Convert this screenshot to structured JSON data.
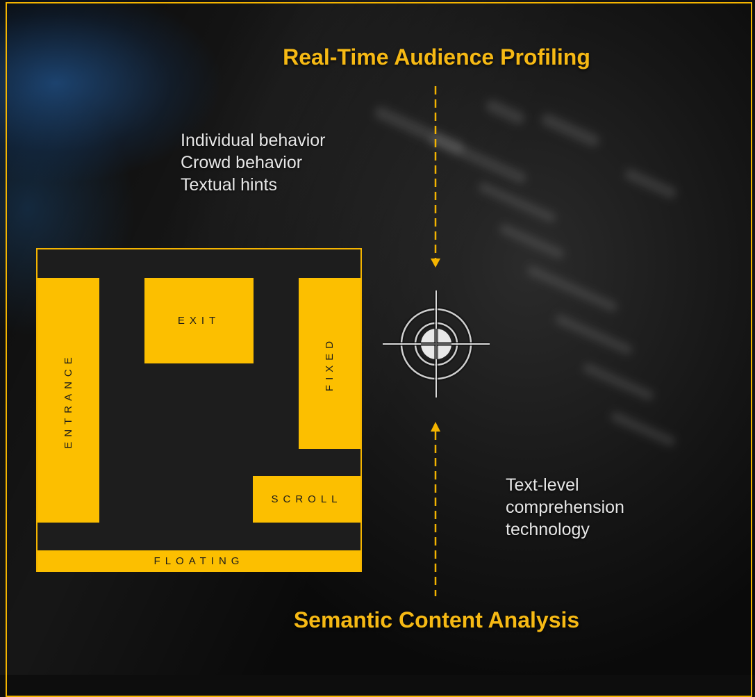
{
  "diagram": {
    "top_title": "Real-Time Audience Profiling",
    "bottom_title": "Semantic Content Analysis",
    "audience_notes": [
      "Individual behavior",
      "Crowd behavior",
      "Textual hints"
    ],
    "semantic_notes": [
      "Text-level",
      "comprehension",
      "technology"
    ],
    "zones": {
      "entrance": "ENTRANCE",
      "exit": "EXIT",
      "fixed": "FIXED",
      "scroll": "SCROLL",
      "floating": "FLOATING"
    },
    "target_icon": "crosshair-target-icon"
  },
  "colors": {
    "accent": "#f4b400",
    "zone_fill": "#fcbf00",
    "heading": "#f6b914",
    "background": "#111111"
  }
}
